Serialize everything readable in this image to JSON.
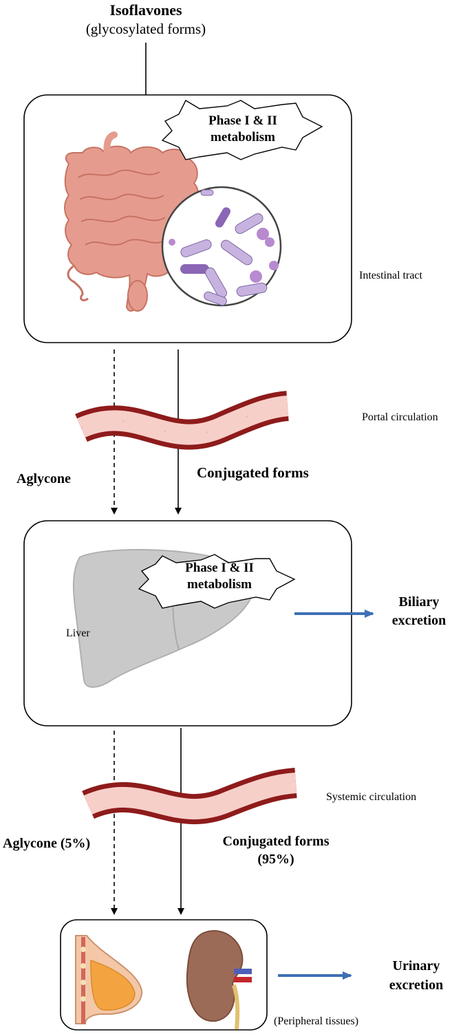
{
  "input": {
    "title": "Isoflavones",
    "subtitle": "(glycosylated forms)"
  },
  "intestine": {
    "metabolism_label": "Phase I & II\nmetabolism",
    "location_label": "Intestinal tract"
  },
  "portal": {
    "label": "Portal circulation",
    "left_arrow_label": "Aglycone",
    "right_arrow_label": "Conjugated forms"
  },
  "liver": {
    "metabolism_label": "Phase I & II\nmetabolism",
    "organ_label": "Liver",
    "excretion_label": "Biliary\nexcretion"
  },
  "systemic": {
    "label": "Systemic circulation",
    "left_arrow_label": "Aglycone (5%)",
    "right_arrow_label": "Conjugated forms\n(95%)"
  },
  "peripheral": {
    "label": "(Peripheral tissues)",
    "excretion_label": "Urinary\nexcretion"
  },
  "colors": {
    "vessel_dark": "#8e1b1b",
    "vessel_fill": "#f7cfc9",
    "liver": "#c9c9c9",
    "intestine": "#e59c8e",
    "bacteria": "#c8b3e0",
    "excretion_arrow": "#3f6fb5"
  }
}
